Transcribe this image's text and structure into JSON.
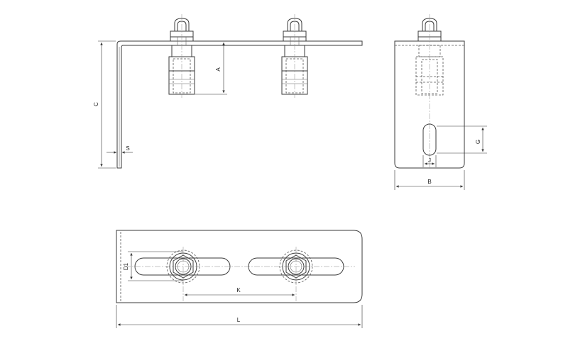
{
  "dimensions": {
    "A": "A",
    "C": "C",
    "S": "S",
    "B": "B",
    "G": "G",
    "J": "J",
    "D1": "D1",
    "K": "K",
    "L": "L"
  }
}
